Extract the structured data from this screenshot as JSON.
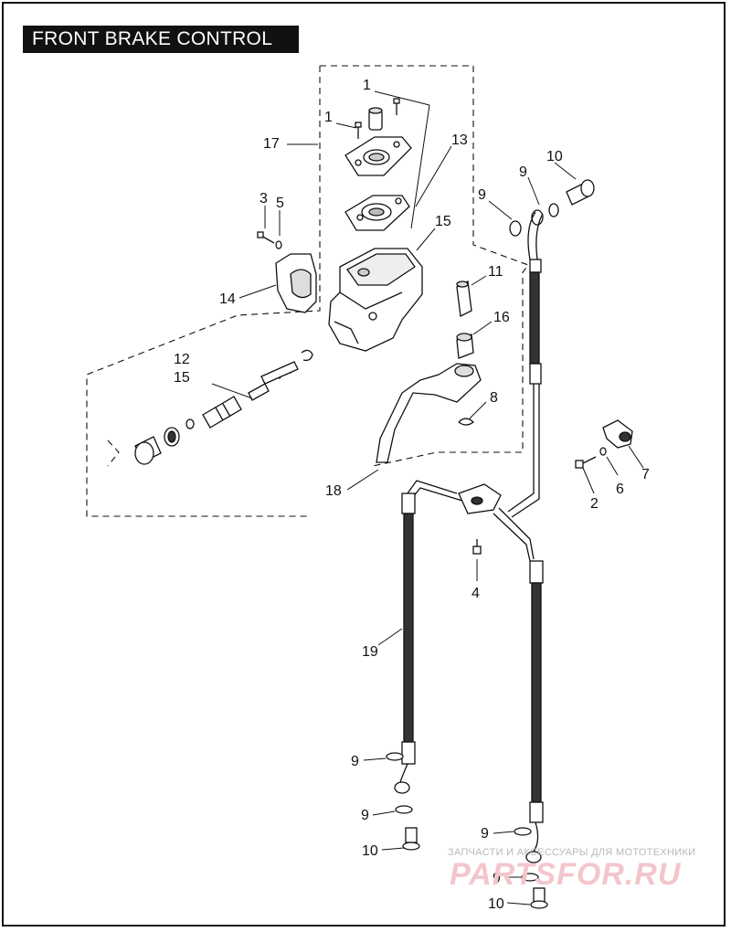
{
  "title": "FRONT BRAKE CONTROL",
  "callouts": [
    {
      "id": "c1a",
      "label": "1"
    },
    {
      "id": "c1b",
      "label": "1"
    },
    {
      "id": "c17",
      "label": "17"
    },
    {
      "id": "c13",
      "label": "13"
    },
    {
      "id": "c10a",
      "label": "10"
    },
    {
      "id": "c9a",
      "label": "9"
    },
    {
      "id": "c9b",
      "label": "9"
    },
    {
      "id": "c3",
      "label": "3"
    },
    {
      "id": "c5",
      "label": "5"
    },
    {
      "id": "c15a",
      "label": "15"
    },
    {
      "id": "c11",
      "label": "11"
    },
    {
      "id": "c14",
      "label": "14"
    },
    {
      "id": "c16",
      "label": "16"
    },
    {
      "id": "c12",
      "label": "12"
    },
    {
      "id": "c15b",
      "label": "15"
    },
    {
      "id": "c8",
      "label": "8"
    },
    {
      "id": "c7",
      "label": "7"
    },
    {
      "id": "c6",
      "label": "6"
    },
    {
      "id": "c2",
      "label": "2"
    },
    {
      "id": "c18",
      "label": "18"
    },
    {
      "id": "c4",
      "label": "4"
    },
    {
      "id": "c19",
      "label": "19"
    },
    {
      "id": "c9c",
      "label": "9"
    },
    {
      "id": "c9d",
      "label": "9"
    },
    {
      "id": "c10b",
      "label": "10"
    },
    {
      "id": "c9e",
      "label": "9"
    },
    {
      "id": "c9f",
      "label": "9"
    },
    {
      "id": "c10c",
      "label": "10"
    }
  ],
  "watermark": {
    "line1": "ЗАПЧАСТИ И АКСЕССУАРЫ ДЛЯ МОТОТЕХНИКИ",
    "line2": "PARTSFOR.RU"
  }
}
